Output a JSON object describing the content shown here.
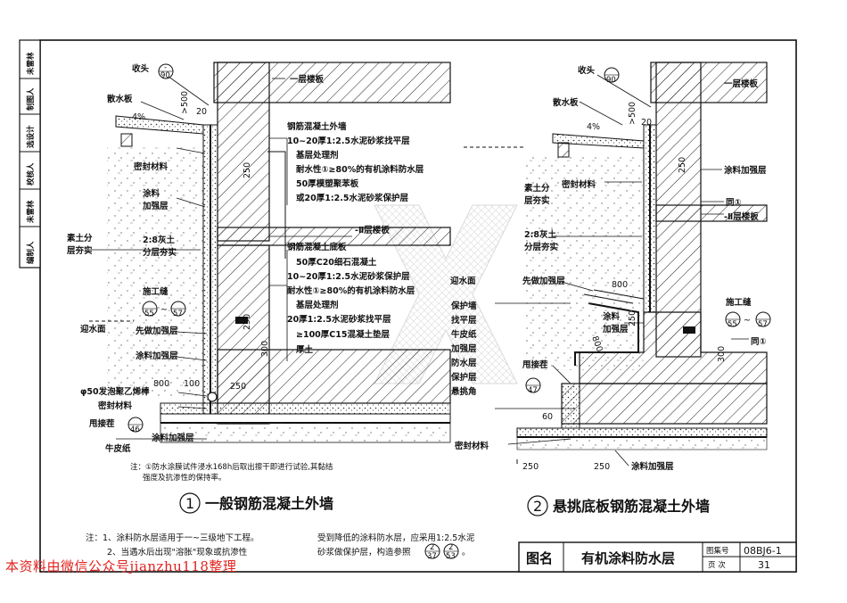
{
  "side_strip": [
    "未雷林",
    "制图人",
    "选设计",
    "校核人",
    "未雷林",
    "编制人"
  ],
  "left_fig": {
    "number": "1",
    "title": "一般钢筋混凝土外墙",
    "labels": {
      "shoutou": "收头",
      "shoutou_ref_top": "-",
      "shoutou_ref_bot": "90",
      "yicenglouban": "一层楼板",
      "sanshuiban": "散水板",
      "slope": "4%",
      "dim_500": ">500",
      "dim_20": "20",
      "mifengcailiao": "密封材料",
      "tuliao_jiaqiang_a": "涂料",
      "tuliao_jiaqiang_b": "加强层",
      "sutu_a": "素土分",
      "sutu_b": "层夯实",
      "huitu_a": "2:8灰土",
      "huitu_b": "分层夯实",
      "shigongfeng": "施工缝",
      "ref55_top": "-",
      "ref55_bot": "55",
      "ref57_top": "-",
      "ref57_bot": "57",
      "tilde": "~",
      "yingshuimian": "迎水面",
      "xianzuo": "先做加强层",
      "tuliao_jq2": "涂料加强层",
      "paomo": "φ50发泡聚乙烯棒",
      "mifeng2": "密封材料",
      "shuaijiecha": "甩接茬",
      "ref46_top": "-",
      "ref46_bot": "46",
      "niupizhi": "牛皮纸",
      "tuliao_jq3": "涂料加强层",
      "dim_800": "800",
      "dim_100": "100",
      "dim_250": "250",
      "dim_250b": "250",
      "dim_250c": "250",
      "dim_300": "300",
      "d250_bottom": "250",
      "r1": "钢筋混凝土外墙",
      "r2": "10~20厚1:2.5水泥砂浆找平层",
      "r3": "基层处理剂",
      "r4": "耐水性①≥80%的有机涂料防水层",
      "r5": "50厚模塑聚苯板",
      "r6": "或20厚1:2.5水泥砂浆保护层",
      "r7": "-Ⅱ层楼板",
      "r8": "钢筋混凝土底板",
      "r9": "50厚C20细石混凝土",
      "r10": "10~20厚1:2.5水泥砂浆保护层",
      "r11": "耐水性①≥80%的有机涂料防水层",
      "r12": "基层处理剂",
      "r13": "20厚1:2.5水泥砂浆找平层",
      "r14": "≥100厚C15混凝土垫层",
      "r15": "厚土"
    },
    "note_line1": "注：①防水涂膜试件浸水168h后取出擦干即进行试验,其黏结",
    "note_line2": "强度及抗渗性的保持率。"
  },
  "right_fig": {
    "number": "2",
    "title": "悬挑底板钢筋混凝土外墙",
    "labels": {
      "shoutou": "收头",
      "shoutou_ref_top": "-",
      "shoutou_ref_bot": "90",
      "yicenglouban": "一层楼板",
      "sanshuiban": "散水板",
      "slope": "4%",
      "dim_500": ">500",
      "dim_20": "20",
      "mifeng": "密封材料",
      "tuliao_jq": "涂料加强层",
      "sutu_a": "素土分",
      "sutu_b": "层夯实",
      "tong1": "同①",
      "erceng": "-Ⅱ层楼板",
      "huitu_a": "2:8灰土",
      "huitu_b": "分层夯实",
      "yingshuimian": "迎水面",
      "xianzuo": "先做加强层",
      "dim_800": "800",
      "dim_250": "250",
      "dim_250b": "250",
      "dim_800s": "800",
      "tuliao_a": "涂料",
      "tuliao_b": "加强层",
      "shigongfeng": "施工缝",
      "ref55_top": "-",
      "ref55_bot": "55",
      "ref57_top": "-",
      "ref57_bot": "57",
      "tilde": "~",
      "tong1b": "同①",
      "dim_300": "300",
      "list": [
        "保护墙",
        "找平层",
        "牛皮纸",
        "加强层",
        "防水层",
        "保护层",
        "悬挑角"
      ],
      "shuaijiecha": "甩接茬",
      "ref47_top": "-",
      "ref47_bot": "47",
      "dim_60": "60",
      "mifeng2": "密封材料",
      "d250_a": "250",
      "d250_b": "250",
      "tuliao_jq_bottom": "涂料加强层"
    }
  },
  "notes": {
    "line1": "注：1、涂料防水层适用于一~三级地下工程。",
    "line2": "2、当遇水后出现\"溶胀\"现象或抗渗性",
    "line1b": "受到降低的涂料防水层，应采用1:2.5水泥",
    "line2b": "砂浆做保护层，构造参照",
    "ref_a_top": "2",
    "ref_a_bot": "37",
    "ref_b_top": "2",
    "ref_b_bot": "53",
    "end": "。"
  },
  "title_block": {
    "tuming_label": "图名",
    "tuming": "有机涂料防水层",
    "tujihao_label": "图集号",
    "tujihao": "08BJ6-1",
    "yeci_label": "页 次",
    "yeci": "31"
  },
  "watermark": "本资料由微信公众号jianzhu118整理"
}
